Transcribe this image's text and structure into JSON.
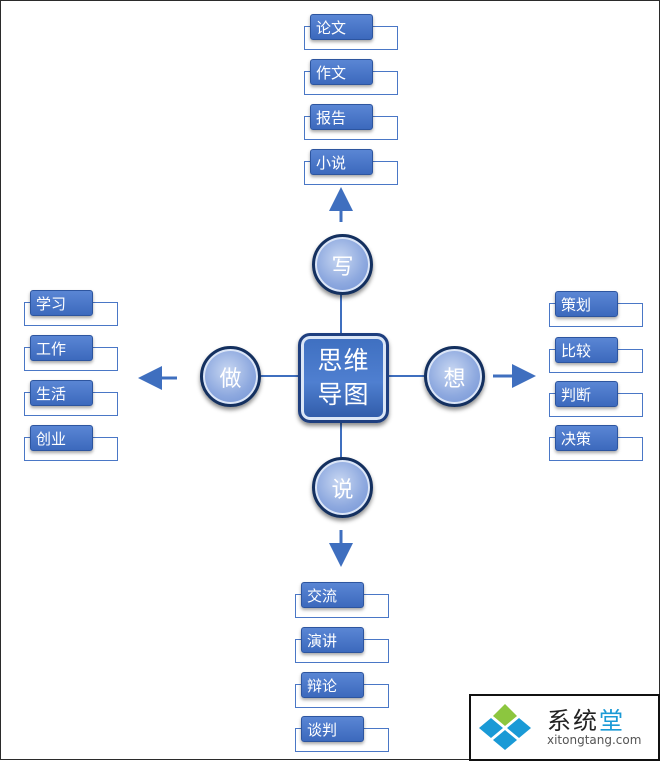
{
  "center": {
    "label": "思维导图"
  },
  "branches": {
    "top": {
      "label": "写",
      "items": [
        "论文",
        "作文",
        "报告",
        "小说"
      ]
    },
    "left": {
      "label": "做",
      "items": [
        "学习",
        "工作",
        "生活",
        "创业"
      ]
    },
    "right": {
      "label": "想",
      "items": [
        "策划",
        "比较",
        "判断",
        "决策"
      ]
    },
    "bottom": {
      "label": "说",
      "items": [
        "交流",
        "演讲",
        "辩论",
        "谈判"
      ]
    }
  },
  "watermark": {
    "brand": "系统",
    "brand_accent": "堂",
    "url": "xitongtang.com"
  },
  "colors": {
    "node": "#4a77c6",
    "line": "#3f6fbf",
    "dark": "#14305f"
  }
}
